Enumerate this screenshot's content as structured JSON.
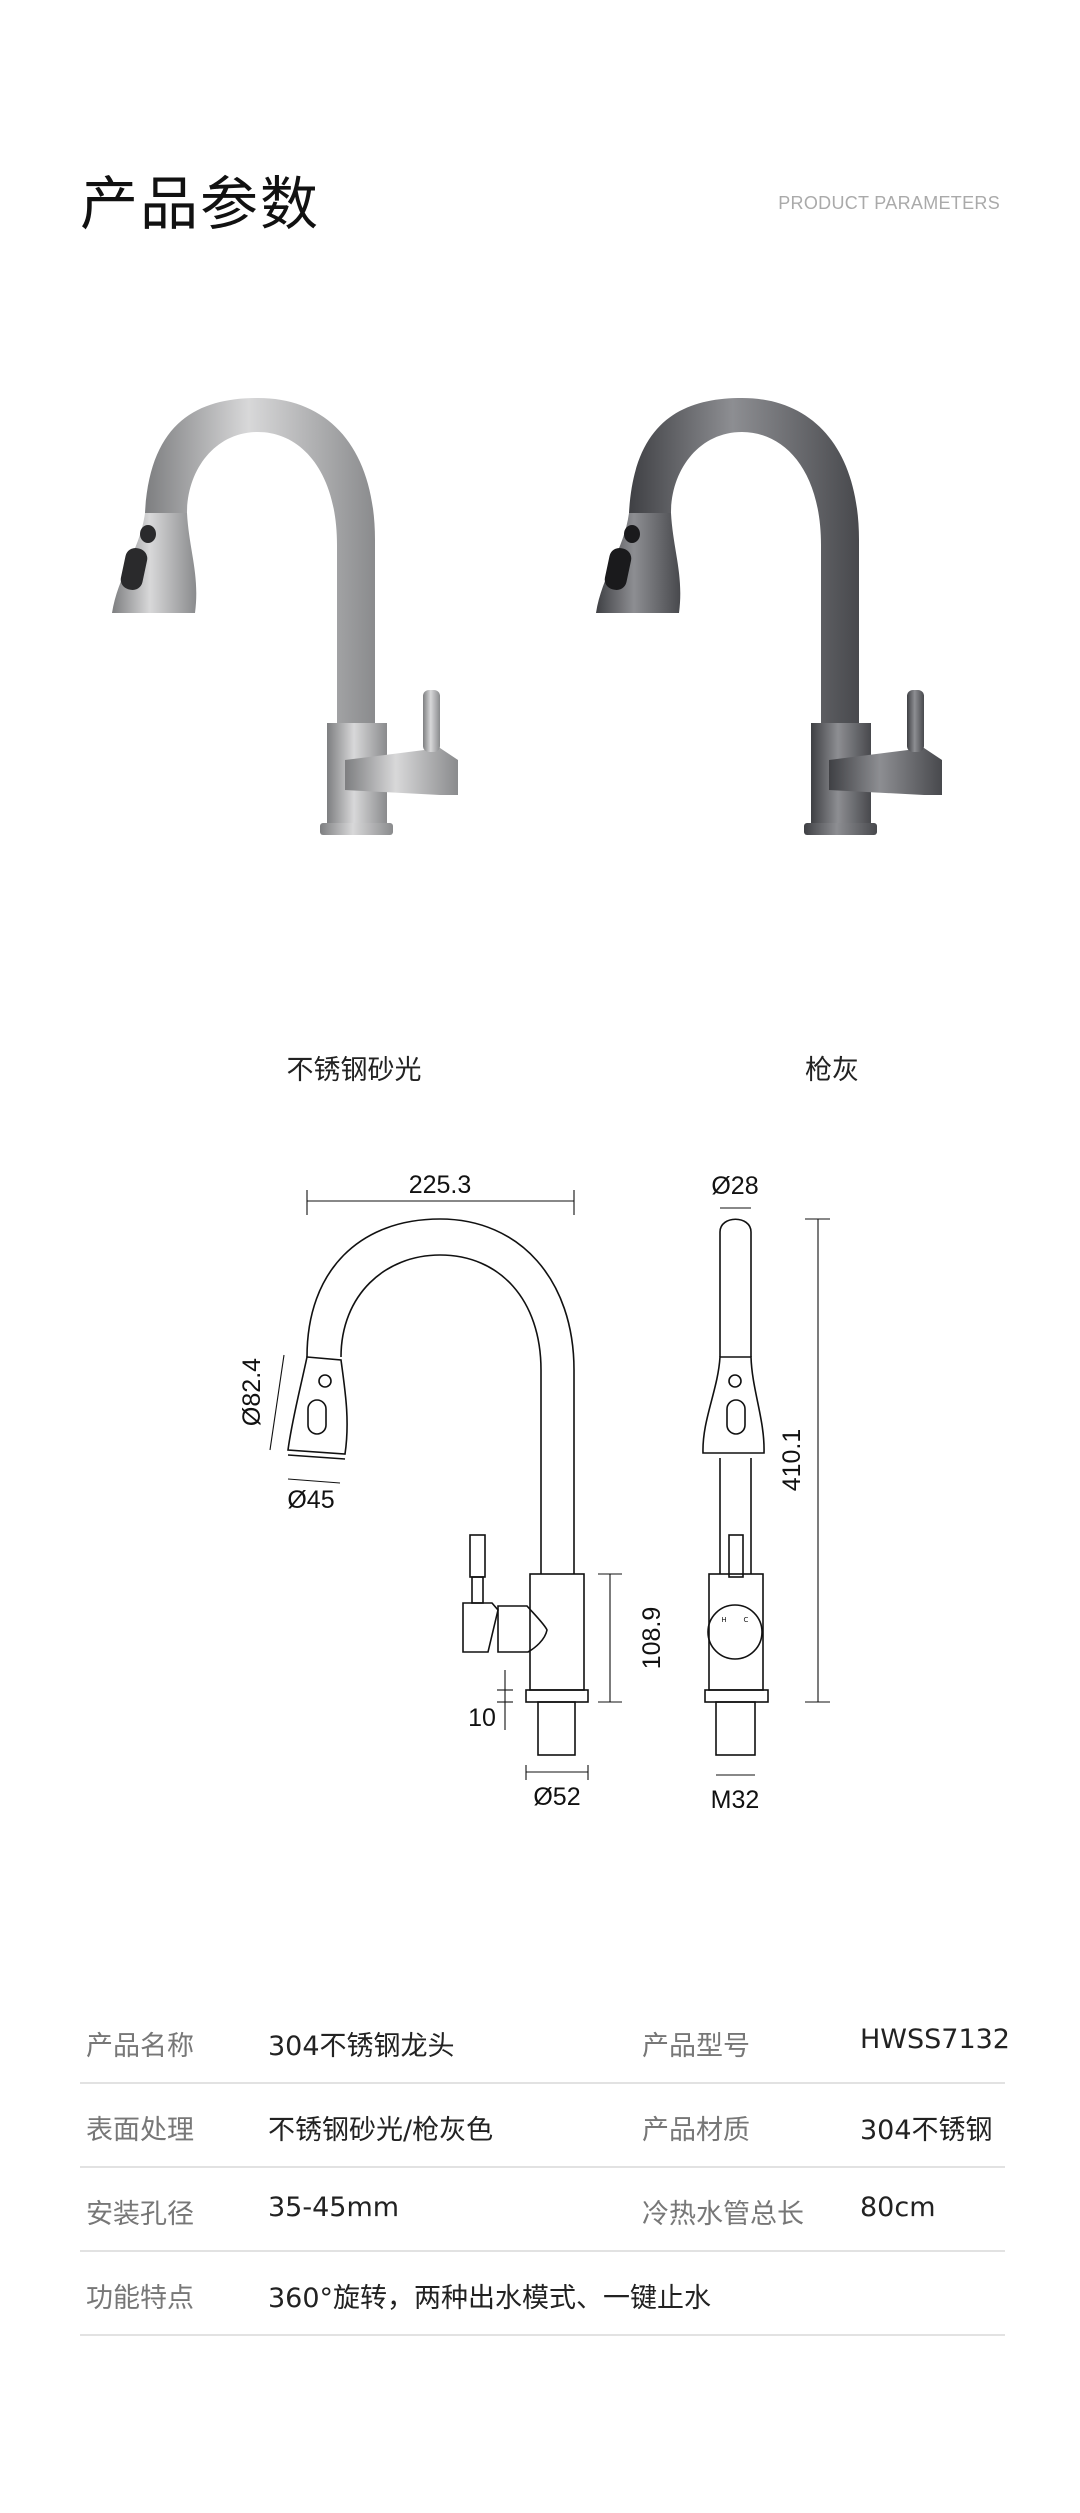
{
  "header": {
    "title": "产品参数",
    "subtitle": "PRODUCT PARAMETERS"
  },
  "variants": [
    {
      "name": "不锈钢砂光",
      "color": "#a9a9aa"
    },
    {
      "name": "枪灰",
      "color": "#5d5e62"
    }
  ],
  "drawing": {
    "width": "225.3",
    "head_diameter": "Ø82.4",
    "outlet_diameter": "Ø45",
    "base_height": "108.9",
    "plate_thickness": "10",
    "base_diameter": "Ø52",
    "tube_diameter": "Ø28",
    "total_height": "410.1",
    "thread": "M32",
    "hot_mark": "H",
    "cold_mark": "C"
  },
  "specs": [
    {
      "label1": "产品名称",
      "value1": "304不锈钢龙头",
      "label2": "产品型号",
      "value2": "HWSS7132"
    },
    {
      "label1": "表面处理",
      "value1": "不锈钢砂光/枪灰色",
      "label2": "产品材质",
      "value2": "304不锈钢"
    },
    {
      "label1": "安装孔径",
      "value1": "35-45mm",
      "label2": "冷热水管总长",
      "value2": "80cm"
    },
    {
      "label1": "功能特点",
      "value1": "360°旋转，两种出水模式、一键止水",
      "label2": "",
      "value2": ""
    }
  ]
}
